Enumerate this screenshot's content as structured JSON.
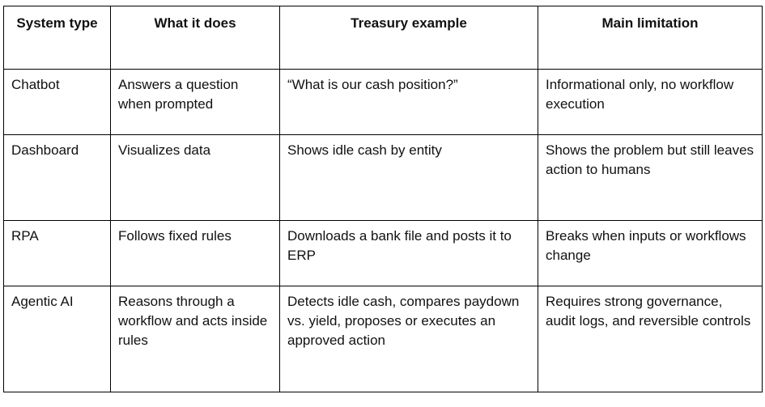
{
  "table": {
    "headers": [
      "System type",
      "What it does",
      "Treasury example",
      "Main limitation"
    ],
    "rows": [
      [
        "Chatbot",
        "Answers a question when prompted",
        "“What is our cash position?”",
        "Informational only, no workflow execution"
      ],
      [
        "Dashboard",
        "Visualizes data",
        "Shows idle cash by entity",
        "Shows the problem but still leaves action to humans"
      ],
      [
        "RPA",
        "Follows fixed rules",
        "Downloads a bank file and posts it to ERP",
        "Breaks when inputs or workflows change"
      ],
      [
        "Agentic AI",
        "Reasons through a workflow and acts inside rules",
        "Detects idle cash, compares paydown vs. yield, proposes or executes an approved action",
        "Requires strong governance, audit logs, and reversible controls"
      ]
    ]
  }
}
